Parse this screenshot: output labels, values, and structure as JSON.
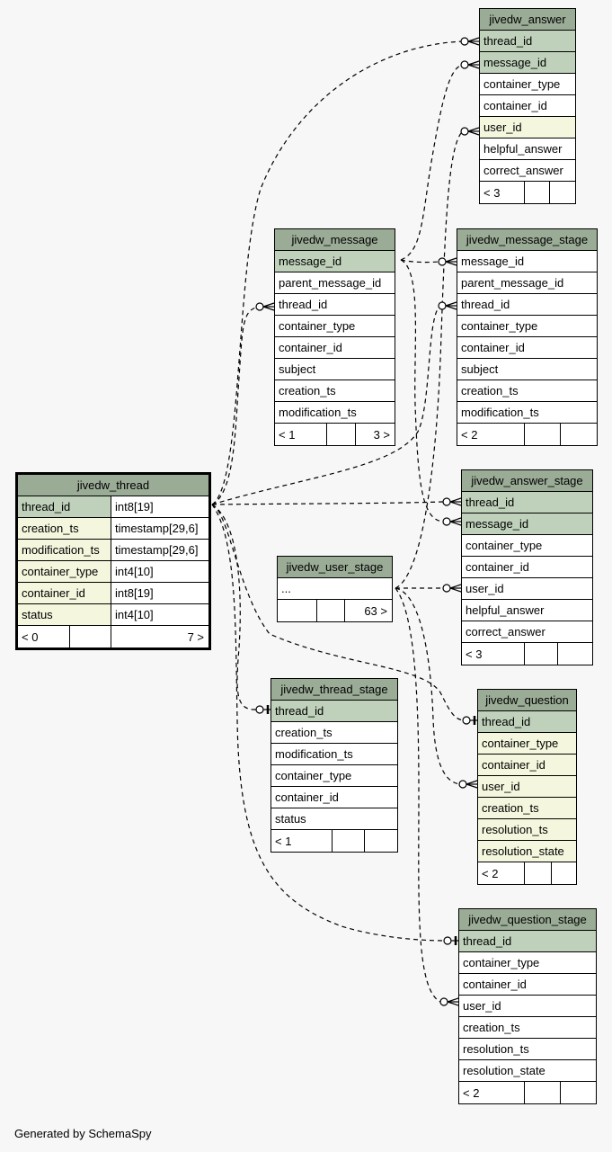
{
  "footer": "Generated by SchemaSpy",
  "tables": {
    "jivedw_answer": {
      "name": "jivedw_answer",
      "columns": [
        {
          "name": "thread_id",
          "kind": "pk"
        },
        {
          "name": "message_id",
          "kind": "pk"
        },
        {
          "name": "container_type",
          "kind": "plain"
        },
        {
          "name": "container_id",
          "kind": "plain"
        },
        {
          "name": "user_id",
          "kind": "nn"
        },
        {
          "name": "helpful_answer",
          "kind": "plain"
        },
        {
          "name": "correct_answer",
          "kind": "plain"
        }
      ],
      "footer": {
        "parents": "< 3",
        "children": ""
      }
    },
    "jivedw_message": {
      "name": "jivedw_message",
      "columns": [
        {
          "name": "message_id",
          "kind": "pk"
        },
        {
          "name": "parent_message_id",
          "kind": "plain"
        },
        {
          "name": "thread_id",
          "kind": "plain"
        },
        {
          "name": "container_type",
          "kind": "plain"
        },
        {
          "name": "container_id",
          "kind": "plain"
        },
        {
          "name": "subject",
          "kind": "plain"
        },
        {
          "name": "creation_ts",
          "kind": "plain"
        },
        {
          "name": "modification_ts",
          "kind": "plain"
        }
      ],
      "footer": {
        "parents": "< 1",
        "children": "3 >"
      }
    },
    "jivedw_message_stage": {
      "name": "jivedw_message_stage",
      "columns": [
        {
          "name": "message_id",
          "kind": "plain"
        },
        {
          "name": "parent_message_id",
          "kind": "plain"
        },
        {
          "name": "thread_id",
          "kind": "plain"
        },
        {
          "name": "container_type",
          "kind": "plain"
        },
        {
          "name": "container_id",
          "kind": "plain"
        },
        {
          "name": "subject",
          "kind": "plain"
        },
        {
          "name": "creation_ts",
          "kind": "plain"
        },
        {
          "name": "modification_ts",
          "kind": "plain"
        }
      ],
      "footer": {
        "parents": "< 2",
        "children": ""
      }
    },
    "jivedw_thread": {
      "name": "jivedw_thread",
      "columns": [
        {
          "name": "thread_id",
          "type": "int8[19]",
          "kind": "pk"
        },
        {
          "name": "creation_ts",
          "type": "timestamp[29,6]",
          "kind": "nn"
        },
        {
          "name": "modification_ts",
          "type": "timestamp[29,6]",
          "kind": "nn"
        },
        {
          "name": "container_type",
          "type": "int4[10]",
          "kind": "nn"
        },
        {
          "name": "container_id",
          "type": "int8[19]",
          "kind": "nn"
        },
        {
          "name": "status",
          "type": "int4[10]",
          "kind": "nn"
        }
      ],
      "footer": {
        "parents": "< 0",
        "children": "7 >"
      }
    },
    "jivedw_answer_stage": {
      "name": "jivedw_answer_stage",
      "columns": [
        {
          "name": "thread_id",
          "kind": "pk"
        },
        {
          "name": "message_id",
          "kind": "pk"
        },
        {
          "name": "container_type",
          "kind": "plain"
        },
        {
          "name": "container_id",
          "kind": "plain"
        },
        {
          "name": "user_id",
          "kind": "plain"
        },
        {
          "name": "helpful_answer",
          "kind": "plain"
        },
        {
          "name": "correct_answer",
          "kind": "plain"
        }
      ],
      "footer": {
        "parents": "< 3",
        "children": ""
      }
    },
    "jivedw_user_stage": {
      "name": "jivedw_user_stage",
      "columns": [
        {
          "name": "...",
          "kind": "plain"
        }
      ],
      "footer": {
        "parents": "",
        "children": "63 >"
      }
    },
    "jivedw_question": {
      "name": "jivedw_question",
      "columns": [
        {
          "name": "thread_id",
          "kind": "pk"
        },
        {
          "name": "container_type",
          "kind": "nn"
        },
        {
          "name": "container_id",
          "kind": "nn"
        },
        {
          "name": "user_id",
          "kind": "nn"
        },
        {
          "name": "creation_ts",
          "kind": "nn"
        },
        {
          "name": "resolution_ts",
          "kind": "nn"
        },
        {
          "name": "resolution_state",
          "kind": "nn"
        }
      ],
      "footer": {
        "parents": "< 2",
        "children": ""
      }
    },
    "jivedw_thread_stage": {
      "name": "jivedw_thread_stage",
      "columns": [
        {
          "name": "thread_id",
          "kind": "pk"
        },
        {
          "name": "creation_ts",
          "kind": "plain"
        },
        {
          "name": "modification_ts",
          "kind": "plain"
        },
        {
          "name": "container_type",
          "kind": "plain"
        },
        {
          "name": "container_id",
          "kind": "plain"
        },
        {
          "name": "status",
          "kind": "plain"
        }
      ],
      "footer": {
        "parents": "< 1",
        "children": ""
      }
    },
    "jivedw_question_stage": {
      "name": "jivedw_question_stage",
      "columns": [
        {
          "name": "thread_id",
          "kind": "pk"
        },
        {
          "name": "container_type",
          "kind": "plain"
        },
        {
          "name": "container_id",
          "kind": "plain"
        },
        {
          "name": "user_id",
          "kind": "plain"
        },
        {
          "name": "creation_ts",
          "kind": "plain"
        },
        {
          "name": "resolution_ts",
          "kind": "plain"
        },
        {
          "name": "resolution_state",
          "kind": "plain"
        }
      ],
      "footer": {
        "parents": "< 2",
        "children": ""
      }
    }
  },
  "colors": {
    "header": "#9aab96",
    "primary_key": "#bfd1ba",
    "not_null": "#f4f7dd",
    "background": "#f7f7f7"
  }
}
